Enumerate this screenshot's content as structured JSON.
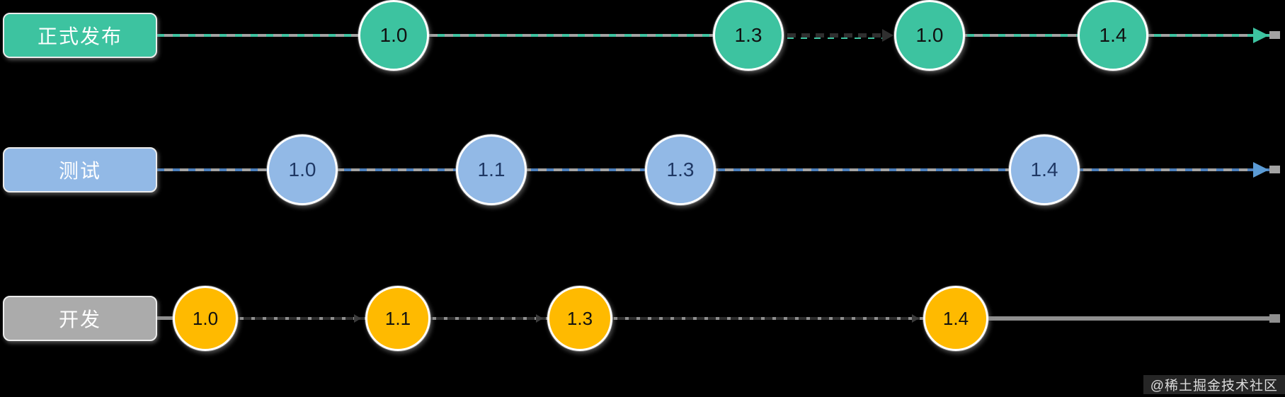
{
  "diagram": {
    "background_color": "#000000",
    "watermark": {
      "text": "@稀土掘金技术社区"
    },
    "tracks": [
      {
        "name": "release",
        "label": "正式发布",
        "label_color": "#3DC3A0",
        "node_color": "#3DC3A0",
        "dash_color": "#3DC3A0",
        "arrow_color": "#3DC3A0",
        "rail_color": "#A3A3A3",
        "nodes": [
          "1.0",
          "1.3",
          "1.0",
          "1.4"
        ],
        "connectors": [
          "dashed-black-arrow between 1.3 and 1.0"
        ]
      },
      {
        "name": "test",
        "label": "测试",
        "label_color": "#92B9E6",
        "node_color": "#92B9E6",
        "node_text_color": "#1F3864",
        "dash_color": "#4A7EBB",
        "arrow_color": "#5B9BD5",
        "rail_color": "#A3A3A3",
        "nodes": [
          "1.0",
          "1.1",
          "1.3",
          "1.4"
        ]
      },
      {
        "name": "dev",
        "label": "开发",
        "label_color": "#ABABAB",
        "node_color": "#FFBA00",
        "dash_color": "#2d2d2d",
        "rail_color": "#8f8f8f",
        "nodes": [
          "1.0",
          "1.1",
          "1.3",
          "1.4"
        ]
      }
    ]
  }
}
